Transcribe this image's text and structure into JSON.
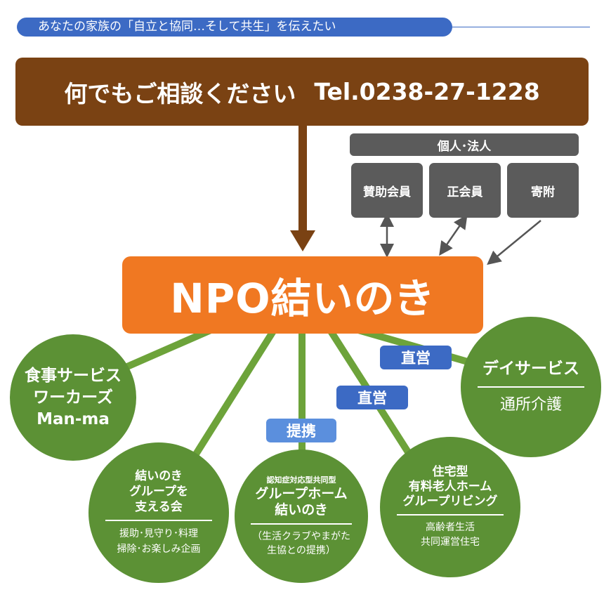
{
  "tagline": "あなたの家族の「自立と協同…そして共生」を伝えたい",
  "contact": {
    "message": "何でもご相談ください",
    "phone": "Tel.0238-27-1228"
  },
  "members": {
    "header": "個人･法人",
    "items": [
      "賛助会員",
      "正会員",
      "寄附"
    ]
  },
  "org_name": "NPO結いのき",
  "services": {
    "meal": {
      "lines": [
        "食事サービス",
        "ワーカーズ",
        "Man-ma"
      ]
    },
    "support": {
      "title_lines": [
        "結いのき",
        "グループを",
        "支える会"
      ],
      "sub_lines": [
        "援助･見守り･料理",
        "掃除･お楽しみ企画"
      ]
    },
    "group_home": {
      "small_title": "認知症対応型共同型",
      "title_lines": [
        "グループホーム",
        "結いのき"
      ],
      "sub_lines": [
        "（生活クラブやまがた",
        "生協との提携）"
      ],
      "relation": "提携"
    },
    "housing": {
      "title_lines": [
        "住宅型",
        "有料老人ホーム",
        "グループリビング"
      ],
      "sub_lines": [
        "高齢者生活",
        "共同運営住宅"
      ],
      "relation": "直営"
    },
    "day_service": {
      "title": "デイサービス",
      "sub": "通所介護",
      "relation": "直営"
    }
  },
  "colors": {
    "tagline_bg": "#3c6ac4",
    "contact_bg": "#7a4213",
    "member_bg": "#5b5b5b",
    "npo_bg": "#f07822",
    "circle_bg": "#5c9135",
    "line_green": "#6da33a",
    "tag_dark_blue": "#3c6ac4",
    "tag_light_blue": "#5b8fdd"
  }
}
